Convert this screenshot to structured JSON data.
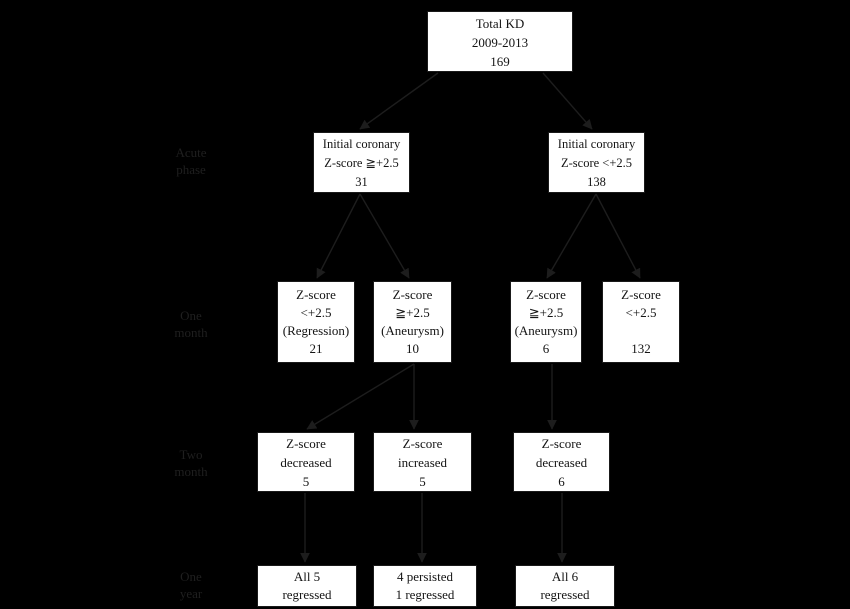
{
  "colors": {
    "bg": "#000000",
    "arrow": "#1d1d1d",
    "label": "#1f1f1f",
    "box_bg": "#ffffff",
    "box_border": "#1a1a1a",
    "text": "#141414"
  },
  "phase_labels": [
    {
      "id": "acute-phase",
      "lines": [
        "Acute",
        "phase"
      ]
    },
    {
      "id": "one-month",
      "lines": [
        "One",
        "month"
      ]
    },
    {
      "id": "two-month",
      "lines": [
        "Two",
        "month"
      ]
    },
    {
      "id": "one-year",
      "lines": [
        "One",
        "year"
      ]
    }
  ],
  "nodes": [
    {
      "id": "total-kd",
      "lines": [
        "Total KD",
        "2009-2013",
        "169"
      ]
    },
    {
      "id": "initial-high",
      "lines": [
        "Initial coronary",
        "Z-score ≧+2.5",
        "31"
      ]
    },
    {
      "id": "initial-low",
      "lines": [
        "Initial coronary",
        "Z-score <+2.5",
        "138"
      ]
    },
    {
      "id": "regression-21",
      "lines": [
        "Z-score",
        "<+2.5",
        "(Regression)",
        "21"
      ]
    },
    {
      "id": "aneurysm-10",
      "lines": [
        "Z-score",
        "≧+2.5",
        "(Aneurysm)",
        "10"
      ]
    },
    {
      "id": "aneurysm-6",
      "lines": [
        "Z-score",
        "≧+2.5",
        "(Aneurysm)",
        "6"
      ]
    },
    {
      "id": "low-132",
      "lines": [
        "Z-score",
        "<+2.5",
        "",
        "132"
      ]
    },
    {
      "id": "decreased-5",
      "lines": [
        "Z-score",
        "decreased",
        "5"
      ]
    },
    {
      "id": "increased-5",
      "lines": [
        "Z-score",
        "increased",
        "5"
      ]
    },
    {
      "id": "decreased-6",
      "lines": [
        "Z-score",
        "decreased",
        "6"
      ]
    },
    {
      "id": "all-5-regressed",
      "lines": [
        "All 5",
        "regressed"
      ]
    },
    {
      "id": "4-persisted-1-regressed",
      "lines": [
        "4 persisted",
        "1 regressed"
      ]
    },
    {
      "id": "all-6-regressed",
      "lines": [
        "All 6",
        "regressed"
      ]
    }
  ]
}
